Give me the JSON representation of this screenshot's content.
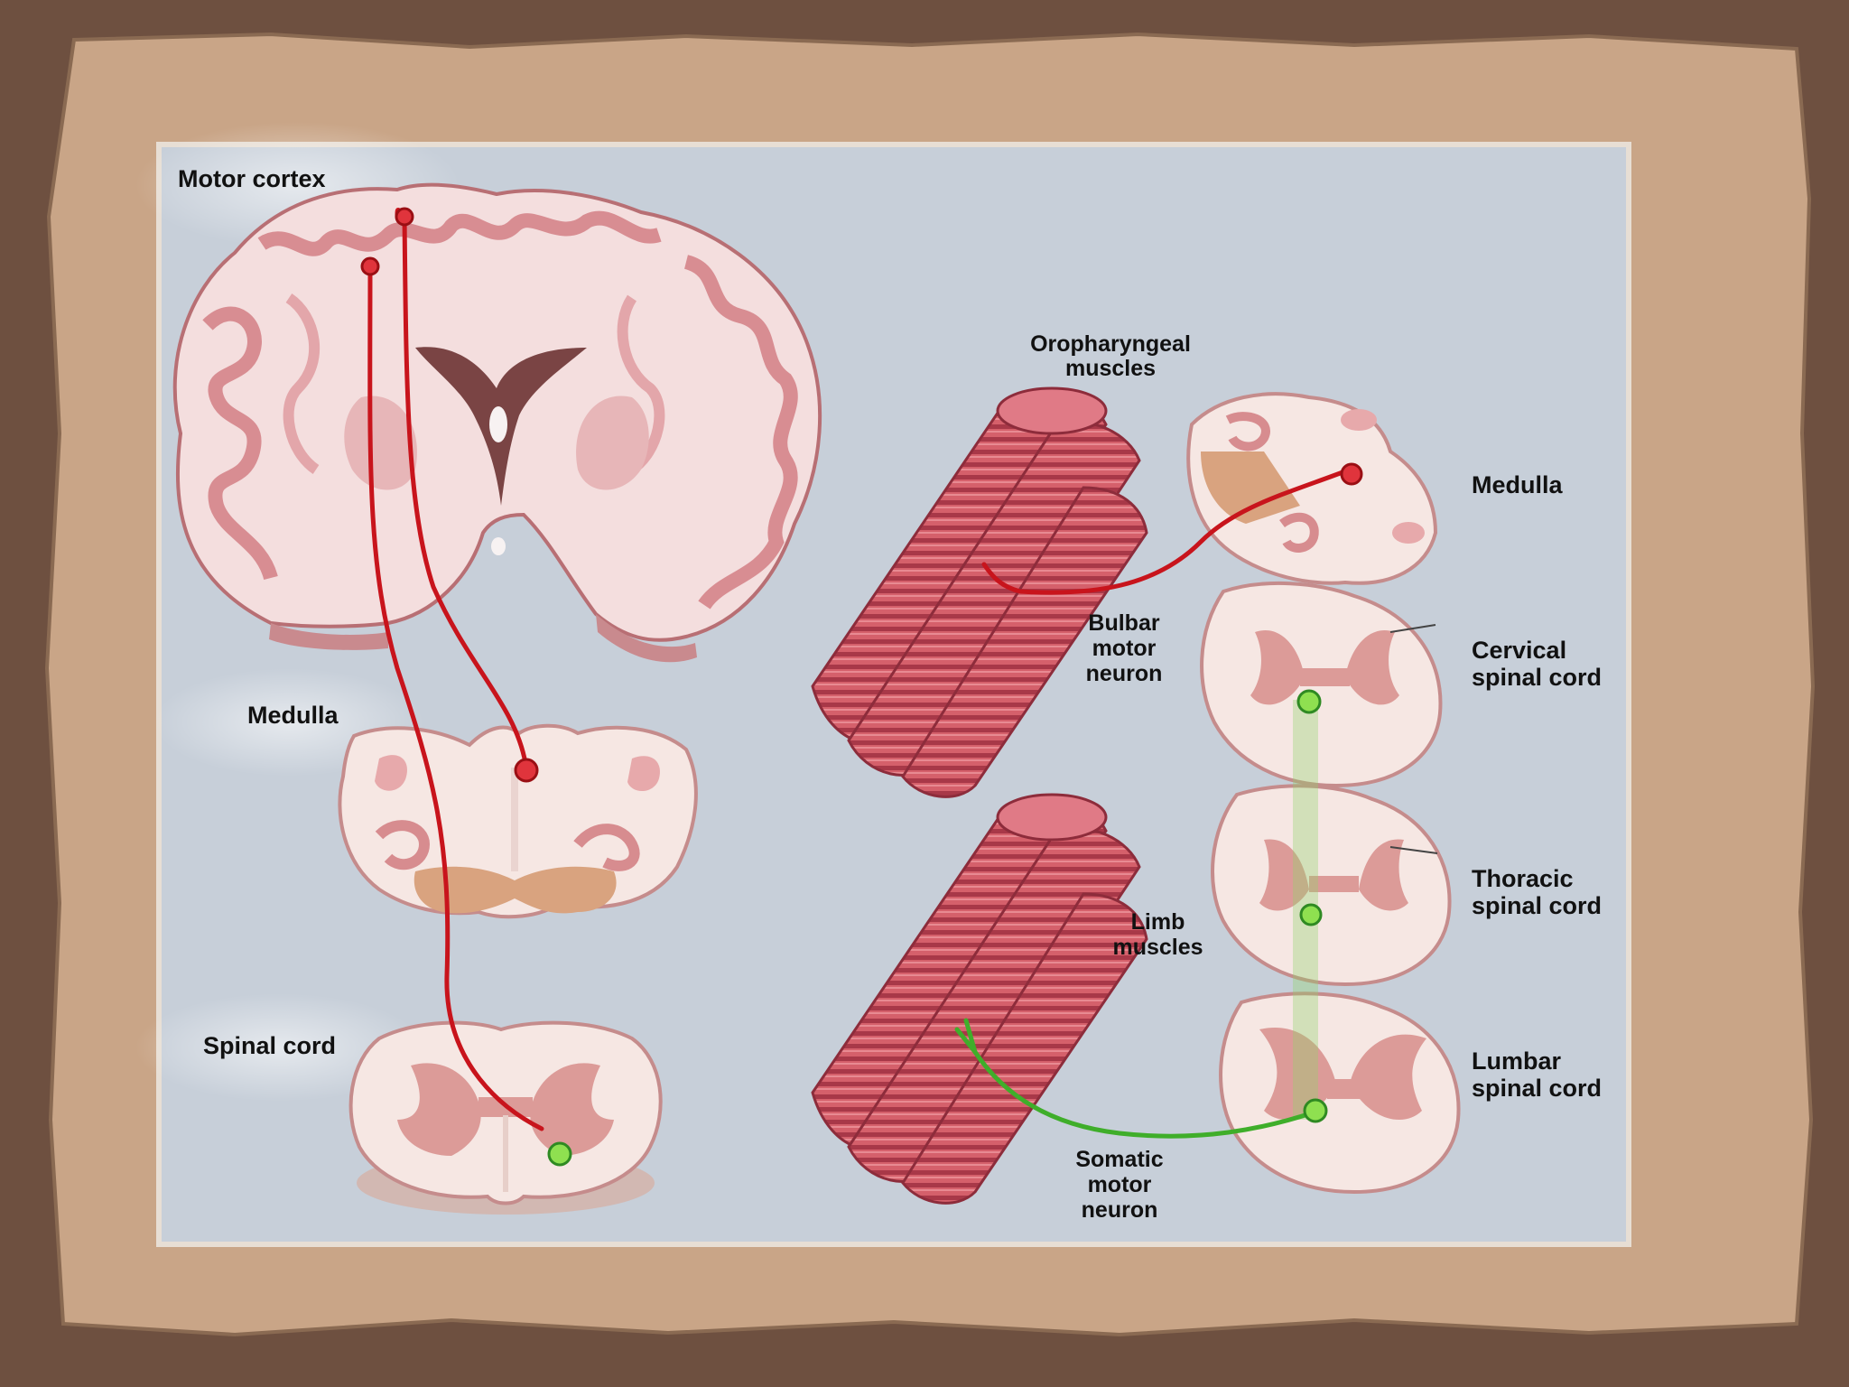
{
  "colors": {
    "background": "#6e5040",
    "paper": "#c9a587",
    "panel": "#c7cfd9",
    "upper_motor_path": "#c8141c",
    "lower_motor_path": "#3fae2a",
    "tissue": "#f6e7e3",
    "gray_matter": "#dc9b98",
    "muscle": "#c9525f"
  },
  "labels": {
    "motor_cortex": "Motor cortex",
    "medulla_left": "Medulla",
    "spinal_cord": "Spinal cord",
    "oropharyngeal_muscles": "Oropharyngeal\nmuscles",
    "medulla_right": "Medulla",
    "bulbar_motor_neuron": "Bulbar\nmotor\nneuron",
    "cervical_spinal_cord": "Cervical\nspinal cord",
    "thoracic_spinal_cord": "Thoracic\nspinal cord",
    "limb_muscles": "Limb\nmuscles",
    "lumbar_spinal_cord": "Lumbar\nspinal cord",
    "somatic_motor_neuron": "Somatic\nmotor\nneuron"
  }
}
